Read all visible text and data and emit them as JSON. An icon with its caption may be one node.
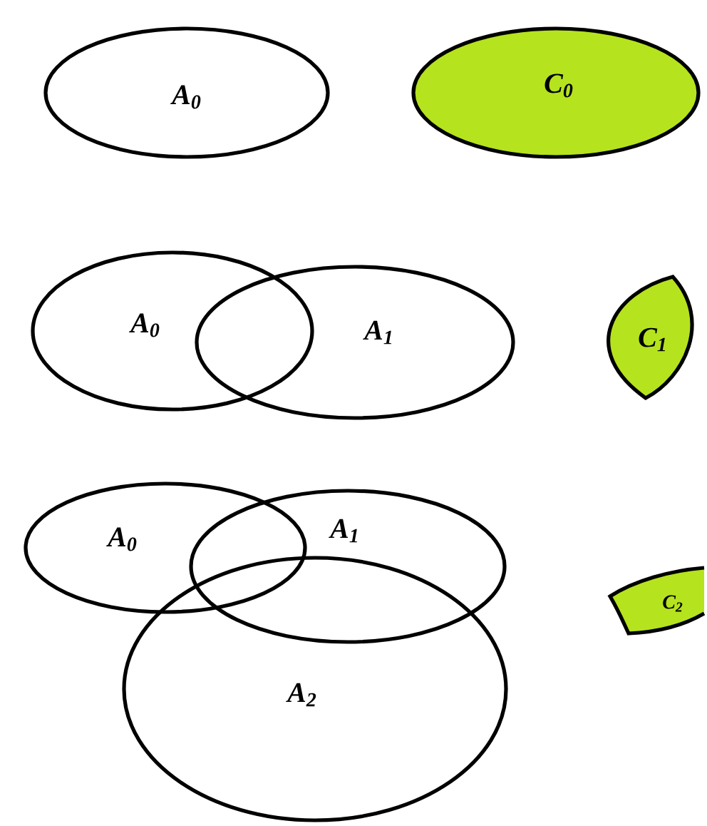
{
  "diagram": {
    "nodes": [
      {
        "text": [
          "A$_{0}$"
        ]
      },
      {
        "text": [
          "C$_{0}$"
        ]
      },
      {
        "text": [
          "A$_{0}$"
        ]
      },
      {
        "text": [
          "A$_{1}$"
        ]
      },
      {
        "text": [
          "C$_{1}$"
        ]
      },
      {
        "text": [
          "A$_{0}$"
        ]
      },
      {
        "text": [
          "A$_{1}$"
        ]
      },
      {
        "text": [
          "A$_{2}$"
        ]
      },
      {
        "text": [
          "C$_{2}$"
        ]
      }
    ]
  }
}
